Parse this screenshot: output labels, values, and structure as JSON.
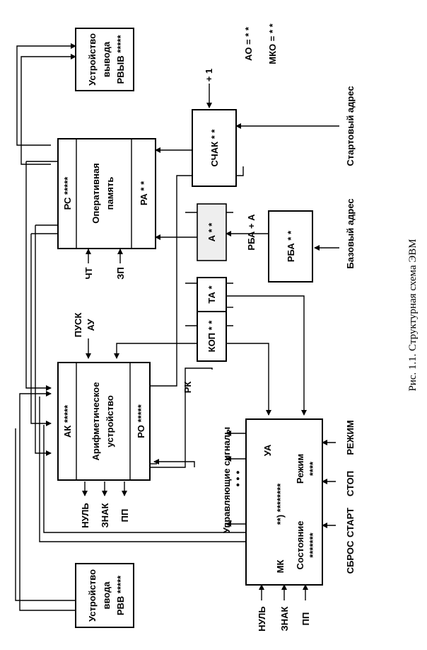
{
  "figure": {
    "caption": "Рис. 1.1. Структурная схема ЭВМ"
  },
  "blocks": {
    "output_device": {
      "line1": "Устройство",
      "line2": "вывода",
      "line3": "РВЫВ *****"
    },
    "input_device": {
      "line1": "Устройство",
      "line2": "ввода",
      "line3": "РВВ *****"
    },
    "memory": {
      "top": "РС  *****",
      "line1": "Оперативная",
      "line2": "память",
      "bottom": "РА  * *"
    },
    "alu": {
      "top": "АК *****",
      "line1": "Арифметическое",
      "line2": "устройство",
      "bottom": "РО  *****"
    },
    "counter": {
      "label": "СЧАК * *"
    },
    "instr_reg": {
      "kop": "КОП * *",
      "ta": "ТА *",
      "a": "А * *",
      "name": "РК"
    },
    "base_reg": {
      "label": "РБА  * *"
    },
    "control": {
      "name": "УА",
      "mk": "МК",
      "mk_value": "**)  ********",
      "state_label": "Состояние",
      "state_value": "*******",
      "mode_label": "Режим",
      "mode_value": "****"
    }
  },
  "signals": {
    "ao": "АО = * *",
    "mko": "МКО = * *",
    "plus_one": "+ 1",
    "start_address": "Стартовый адрес",
    "base_address": "Базовый адрес",
    "rba_plus_a": "РБА  +  А",
    "read": "ЧТ",
    "write": "ЗП",
    "start_alu": "ПУСК",
    "alu_abbr": "АУ",
    "control_signals": "Управляющие сигналы",
    "dots": "• • •",
    "alu_flags": [
      "НУЛЬ",
      "ЗНАК",
      "ПП"
    ],
    "ctrl_flags": [
      "НУЛЬ",
      "ЗНАК",
      "ПП"
    ],
    "buttons": [
      "СБРОС",
      "СТАРТ",
      "СТОП",
      "РЕЖИМ"
    ]
  }
}
